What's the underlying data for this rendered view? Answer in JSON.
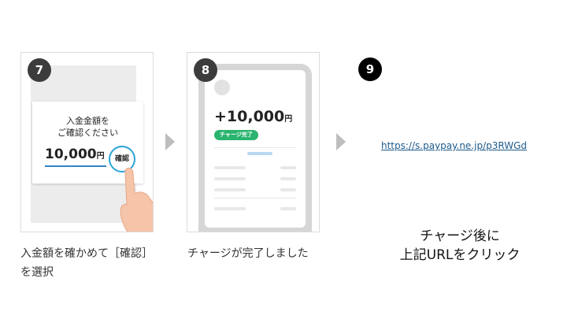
{
  "steps": [
    {
      "number": "7",
      "screen": {
        "prompt_line1": "入金金額を",
        "prompt_line2": "ご確認ください",
        "amount": "10,000",
        "currency": "円",
        "confirm_button": "確認"
      },
      "caption": "入金額を確かめて［確認］を選択"
    },
    {
      "number": "8",
      "screen": {
        "amount": "+10,000",
        "currency": "円",
        "status_badge": "チャージ完了"
      },
      "caption": "チャージが完了しました"
    },
    {
      "number": "9",
      "link_url": "https://s.paypay.ne.jp/p3RWGd",
      "note_line1": "チャージ後に",
      "note_line2": "上記URLをクリック"
    }
  ],
  "colors": {
    "badge": "#3c3c3c",
    "badge_step9": "#000000",
    "charge_complete_green": "#29b46f",
    "link": "#1d5b8c",
    "confirm_ring": "#2aa4d6"
  },
  "icons": [
    "arrow-right-icon",
    "hand-pointer-icon"
  ]
}
